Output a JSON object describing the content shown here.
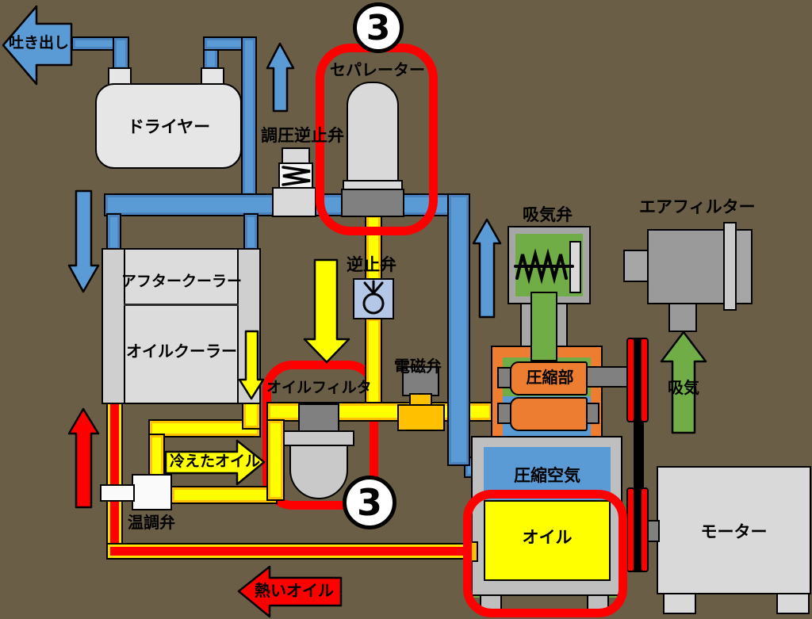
{
  "diagram": {
    "type": "screw-compressor-air-oil-flow-schematic",
    "background_color": "#6a5e46",
    "highlight_color": "#ff0000",
    "flow_colors": {
      "compressed_air_pipe": "#5b9bd5",
      "oil_pipe": "#ffff00",
      "hot_oil_pipe": "#ff0000",
      "intake_air": "#70ad47",
      "compression_parts": "#ed7d31"
    },
    "labels": {
      "discharge": "吐き出し",
      "dryer": "ドライヤー",
      "pressure_regulating_check_valve": "調圧逆止弁",
      "separator": "セパレーター",
      "aftercooler": "アフタークーラー",
      "oil_cooler": "オイルクーラー",
      "check_valve": "逆止弁",
      "oil_filter": "オイルフィルタ",
      "solenoid_valve": "電磁弁",
      "intake_valve": "吸気弁",
      "air_filter": "エアフィルター",
      "compression_unit": "圧縮部",
      "compressed_air": "圧縮空気",
      "oil": "オイル",
      "motor": "モーター",
      "intake": "吸気",
      "temp_control_valve": "温調弁",
      "cooled_oil": "冷えたオイル",
      "hot_oil": "熱いオイル"
    },
    "annotations": {
      "separator_badge": "3",
      "oil_filter_badge": "3"
    }
  }
}
